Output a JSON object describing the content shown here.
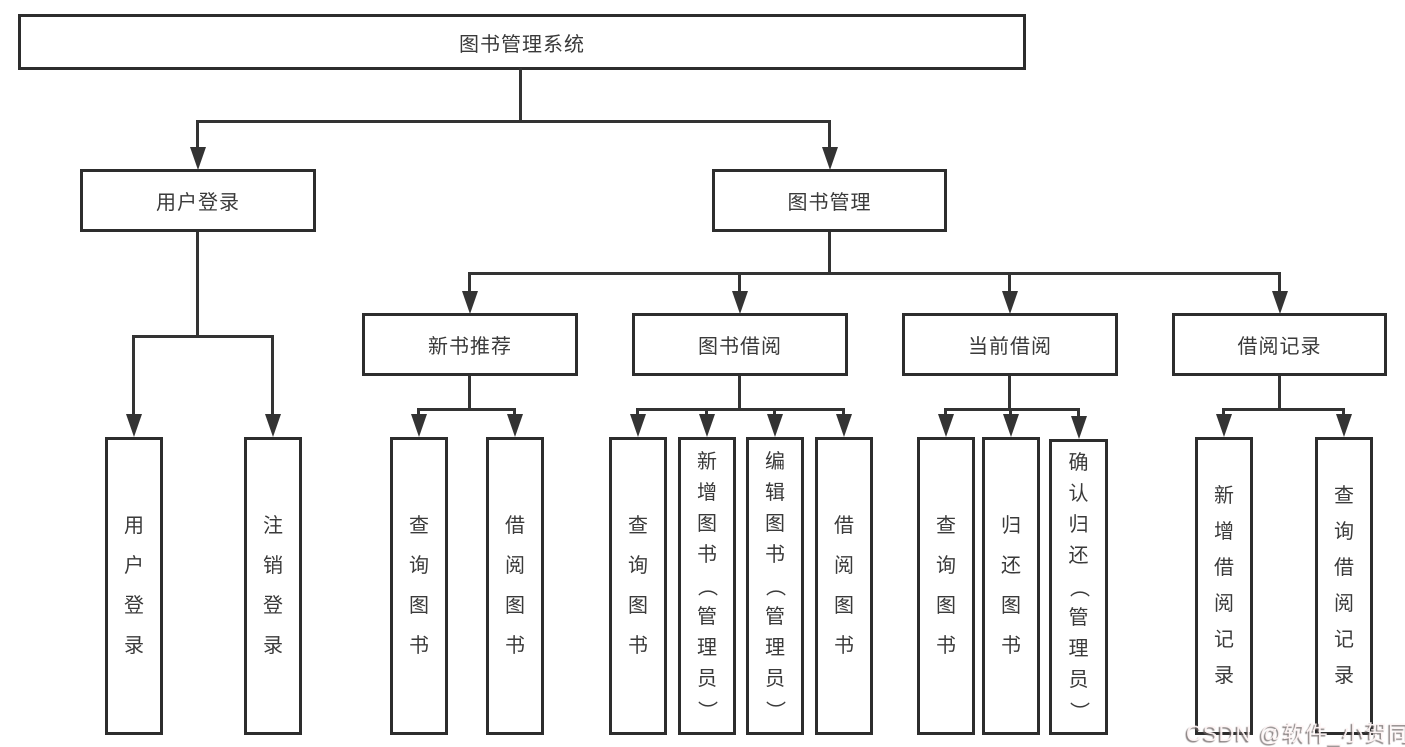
{
  "colors": {
    "line": "#333333",
    "border": "#2d2d2d",
    "text": "#3a3a3a",
    "background": "#ffffff",
    "watermark_text": "#fff6f6"
  },
  "watermark": {
    "text": "CSDN @软件_小贺同学"
  },
  "tree": {
    "root": {
      "label": "图书管理系统",
      "children": [
        {
          "label": "用户登录",
          "children": [
            {
              "label": "用户登录"
            },
            {
              "label": "注销登录"
            }
          ]
        },
        {
          "label": "图书管理",
          "children": [
            {
              "label": "新书推荐",
              "children": [
                {
                  "label": "查询图书"
                },
                {
                  "label": "借阅图书"
                }
              ]
            },
            {
              "label": "图书借阅",
              "children": [
                {
                  "label": "查询图书"
                },
                {
                  "label": "新增图书（管理员）"
                },
                {
                  "label": "编辑图书（管理员）"
                },
                {
                  "label": "借阅图书"
                }
              ]
            },
            {
              "label": "当前借阅",
              "children": [
                {
                  "label": "查询图书"
                },
                {
                  "label": "归还图书"
                },
                {
                  "label": "确认归还（管理员）"
                }
              ]
            },
            {
              "label": "借阅记录",
              "children": [
                {
                  "label": "新增借阅记录"
                },
                {
                  "label": "查询借阅记录"
                }
              ]
            }
          ]
        }
      ]
    }
  }
}
